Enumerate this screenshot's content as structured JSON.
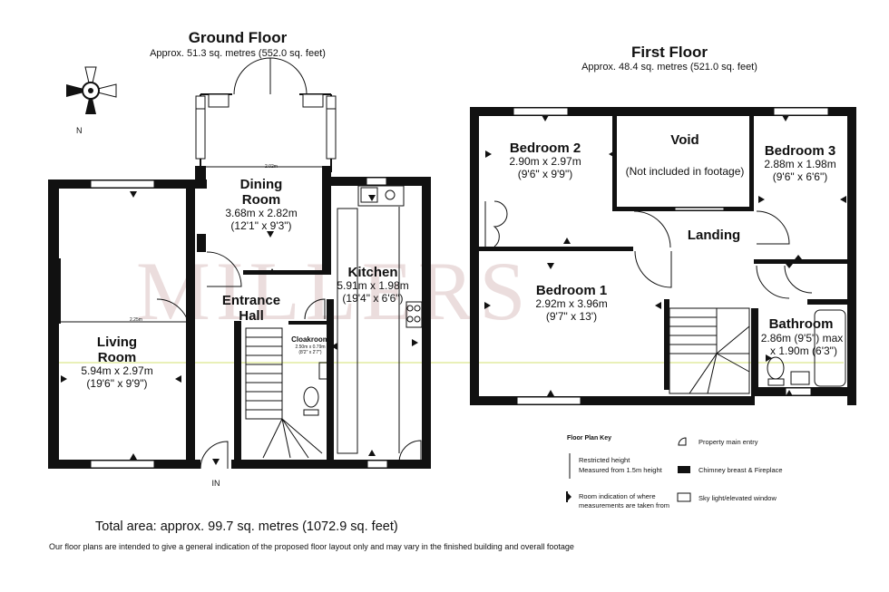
{
  "ground_floor": {
    "title": "Ground Floor",
    "area": "Approx. 51.3 sq. metres (552.0 sq. feet)",
    "rooms": {
      "living_room": {
        "name_line1": "Living",
        "name_line2": "Room",
        "metric": "5.94m x 2.97m",
        "imperial": "(19'6\" x 9'9\")",
        "tag": "2.25m"
      },
      "dining_room": {
        "name_line1": "Dining",
        "name_line2": "Room",
        "metric": "3.68m x 2.82m",
        "imperial": "(12'1\" x 9'3\")",
        "tag": "2.02m"
      },
      "kitchen": {
        "name": "Kitchen",
        "metric": "5.91m x 1.98m",
        "imperial": "(19'4\" x 6'6\")"
      },
      "entrance_hall": {
        "name_line1": "Entrance",
        "name_line2": "Hall"
      },
      "cloakroom": {
        "name": "Cloakroom",
        "metric": "2.50m x 0.79m",
        "imperial": "(8'2\" x 2'7\")"
      }
    },
    "entry_label": "IN",
    "compass_label": "N"
  },
  "first_floor": {
    "title": "First Floor",
    "area": "Approx. 48.4 sq. metres (521.0 sq. feet)",
    "rooms": {
      "bedroom2": {
        "name": "Bedroom 2",
        "metric": "2.90m x 2.97m",
        "imperial": "(9'6\" x 9'9\")"
      },
      "void": {
        "name": "Void",
        "note": "(Not included in footage)"
      },
      "bedroom3": {
        "name": "Bedroom 3",
        "metric": "2.88m x 1.98m",
        "imperial": "(9'6\" x 6'6\")"
      },
      "landing": {
        "name": "Landing"
      },
      "bedroom1": {
        "name": "Bedroom 1",
        "metric": "2.92m x 3.96m",
        "imperial": "(9'7\" x 13')"
      },
      "bathroom": {
        "name": "Bathroom",
        "line1": "2.86m (9'5\") max",
        "line2": "x 1.90m (6'3\")"
      }
    }
  },
  "watermark": "MILLERS",
  "key": {
    "title": "Floor Plan Key",
    "restricted_height": "Restricted height",
    "restricted_height_sub": "Measured from 1.5m height",
    "room_indication": "Room indication of where",
    "room_indication_sub": "measurements are taken from",
    "main_entry": "Property main entry",
    "chimney": "Chimney breast & Fireplace",
    "skylight": "Sky light/elevated window"
  },
  "total_area": "Total area: approx. 99.7 sq. metres (1072.9 sq. feet)",
  "disclaimer": "Our floor plans are intended to give a general indication of the proposed floor layout only and may vary in the finished building and overall footage",
  "colors": {
    "wall": "#111111",
    "window": "#ffffff",
    "watermark": "#c7a0a0",
    "accent_line": "#e9f0b8"
  }
}
